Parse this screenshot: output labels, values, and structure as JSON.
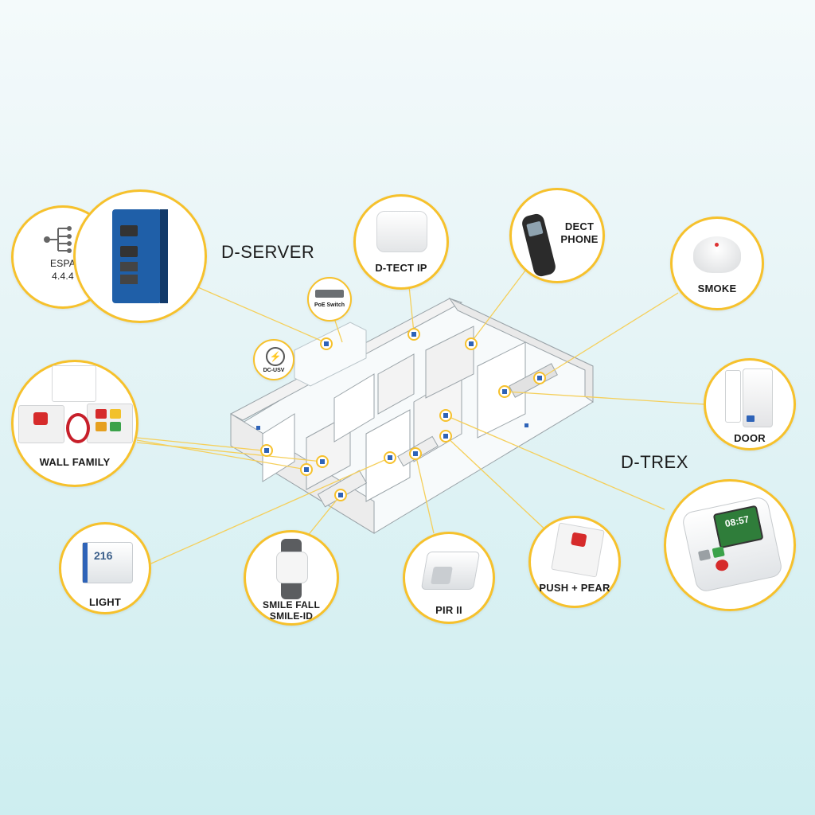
{
  "titles": {
    "server": "D-SERVER",
    "trex": "D-TREX"
  },
  "devices": {
    "espa": "ESPA\n4.4.4",
    "dtect": "D-TECT IP",
    "dect": "DECT\nPHONE",
    "smoke": "SMOKE",
    "door": "DOOR",
    "wall": "WALL FAMILY",
    "light": "LIGHT",
    "smile": "SMILE FALL\nSMILE-ID",
    "pir": "PIR II",
    "push": "PUSH + PEAR",
    "poe": "PoE Switch",
    "usv": "DC-USV",
    "room_number": "216",
    "phone_time": "08:57"
  },
  "colors": {
    "accent": "#f6c12c",
    "line": "#f5cf5a",
    "device_blue": "#2e63b8",
    "title": "#1b1b1b"
  }
}
